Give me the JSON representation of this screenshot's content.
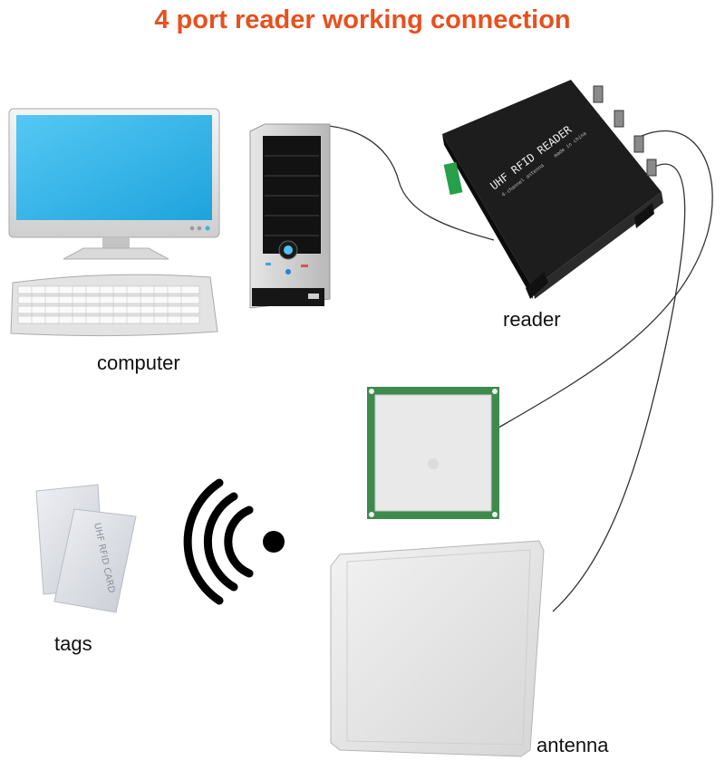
{
  "title": "4 port reader working connection",
  "labels": {
    "computer": "computer",
    "reader": "reader",
    "tags": "tags",
    "antenna": "antenna"
  },
  "device_text": {
    "reader_name": "UHF RFID READER",
    "reader_sub": "4-channel antenna",
    "reader_made": "made in china",
    "card_text": "UHF RFID CARD"
  },
  "colors": {
    "title": "#e8501e",
    "screen": "#29b5ec",
    "reader_body": "#1c1c1c",
    "pcb": "#3d8b4c"
  }
}
